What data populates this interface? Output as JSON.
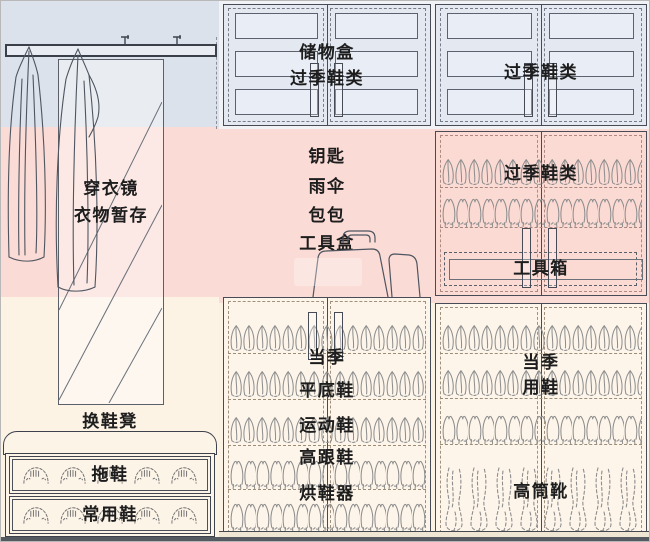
{
  "diagram": {
    "left_wall": {
      "mirror_labels": [
        "穿衣镜",
        "衣物暂存"
      ],
      "bench_label": "换鞋凳",
      "drawers": [
        {
          "label": "拖鞋"
        },
        {
          "label": "常用鞋"
        }
      ]
    },
    "top_middle_cabinet": {
      "labels": [
        "储物盒",
        "过季鞋类"
      ]
    },
    "top_right_cabinet": {
      "label": "过季鞋类"
    },
    "middle_wall": {
      "items": [
        "钥匙",
        "雨伞",
        "包包",
        "工具盒"
      ]
    },
    "middle_right_cabinet": {
      "label": "过季鞋类",
      "toolbox_label": "工具箱"
    },
    "bottom_middle_cabinet": {
      "labels": [
        "当季",
        "平底鞋",
        "运动鞋",
        "高跟鞋",
        "烘鞋器"
      ]
    },
    "bottom_right_cabinet": {
      "labels": [
        "当季",
        "用鞋",
        "高筒靴"
      ]
    }
  },
  "icons": {
    "coat-icon": "line-drawn hanging coat",
    "hook-icon": "wall hook on rail",
    "mirror-icon": "full-length mirror with diagonal hatching",
    "bag-icon": "line-drawn hand bag",
    "shoe-pair-icon": "front-view pair of shoes",
    "heeled-shoe-pair-icon": "front-view pair of heeled shoes",
    "boot-icon": "tall boot (dashed outline)",
    "slipper-icon": "dashed slipper arc"
  },
  "colors": {
    "wall_blue": "#dce2eb",
    "cabinet_blue": "#e3e8f1",
    "pink": "#fadbd5",
    "cream_wall": "#fcf3e5",
    "cabinet_cream": "#fdf5ea",
    "outline": "#464b55",
    "text": "#1d1d1d"
  }
}
